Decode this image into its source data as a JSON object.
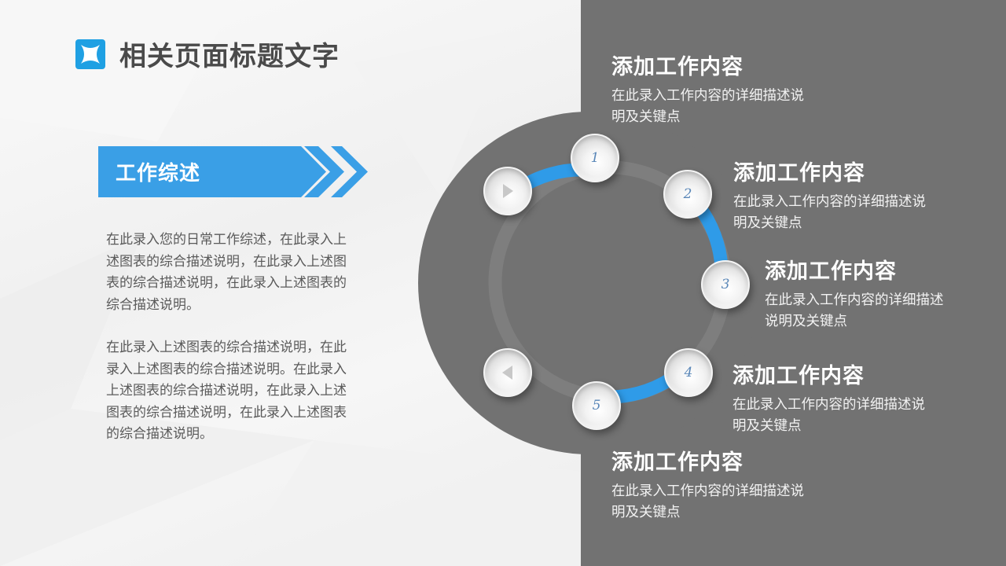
{
  "header": {
    "logo_icon": "four-point-star-icon",
    "title": "相关页面标题文字"
  },
  "banner": {
    "label": "工作综述",
    "icon": "double-chevron-right-icon"
  },
  "summary": {
    "paragraphs": [
      "在此录入您的日常工作综述，在此录入上述图表的综合描述说明，在此录入上述图表的综合描述说明，在此录入上述图表的综合描述说明。",
      "在此录入上述图表的综合描述说明，在此录入上述图表的综合描述说明。在此录入上述图表的综合描述说明，在此录入上述图表的综合描述说明，在此录入上述图表的综合描述说明。"
    ]
  },
  "cycle": {
    "nodes": [
      {
        "label": "1"
      },
      {
        "label": "2"
      },
      {
        "label": "3"
      },
      {
        "label": "4"
      },
      {
        "label": "5"
      }
    ],
    "play_icon": "play-icon",
    "back_icon": "back-triangle-icon"
  },
  "items": [
    {
      "title": "添加工作内容",
      "desc_line1": "在此录入工作内容的详细描述说",
      "desc_line2": "明及关键点"
    },
    {
      "title": "添加工作内容",
      "desc_line1": "在此录入工作内容的详细描述说",
      "desc_line2": "明及关键点"
    },
    {
      "title": "添加工作内容",
      "desc_line1": "在此录入工作内容的详细描述",
      "desc_line2": "说明及关键点"
    },
    {
      "title": "添加工作内容",
      "desc_line1": "在此录入工作内容的详细描述说",
      "desc_line2": "明及关键点"
    },
    {
      "title": "添加工作内容",
      "desc_line1": "在此录入工作内容的详细描述说",
      "desc_line2": "明及关键点"
    }
  ],
  "colors": {
    "accent": "#3a9fe6",
    "panel_gray": "#727272",
    "title_text": "#4a4a4a"
  }
}
